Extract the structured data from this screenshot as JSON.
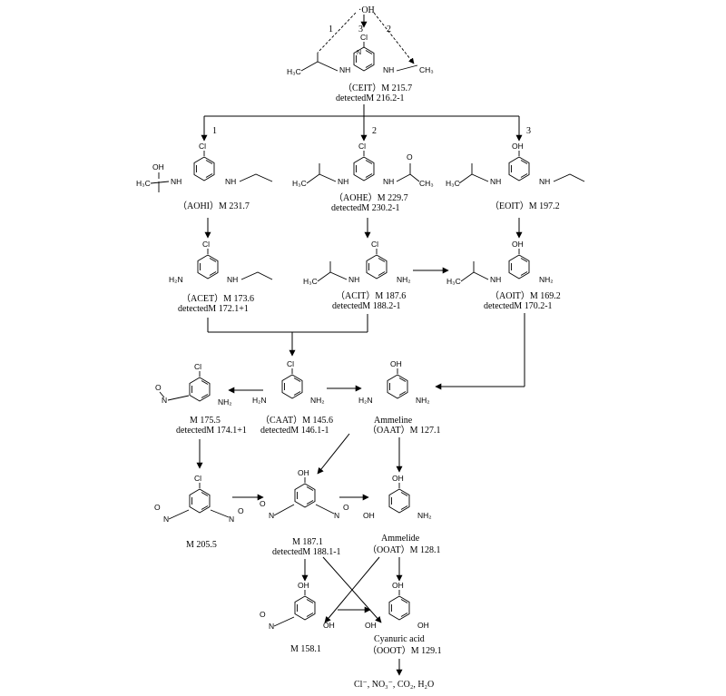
{
  "labels": {
    "oh_radical": "·OH",
    "path1": "1",
    "path2": "2",
    "path3": "3",
    "ceit_name": "（CEIT）M 215.7",
    "ceit_detected": "detectedM 216.2-1",
    "aohi_name": "（AOHI）M 231.7",
    "aohe_name": "（AOHE）M 229.7",
    "aohe_detected": "detectedM 230.2-1",
    "eoit_name": "（EOIT）M 197.2",
    "acet_name": "（ACET）M 173.6",
    "acet_detected": "detectedM 172.1+1",
    "acit_name": "（ACIT）M 187.6",
    "acit_detected": "detectedM 188.2-1",
    "aoit_name": "（AOIT）M 169.2",
    "aoit_detected": "detectedM 170.2-1",
    "nitro_cl_name": "M 175.5",
    "nitro_cl_detected": "detectedM 174.1+1",
    "caat_name": "（CAAT）M 145.6",
    "caat_detected": "detectedM 146.1-1",
    "ammeline_name": "Ammeline",
    "ammeline_mass": "（OAAT）M 127.1",
    "dinitro_cl_name": "M 205.5",
    "dinitro_oh_name": "M 187.1",
    "dinitro_oh_detected": "detectedM 188.1-1",
    "ammelide_name": "Ammelide",
    "ammelide_mass": "（OOAT）M 128.1",
    "nitro_oh_name": "M 158.1",
    "cyanuric_name": "Cyanuric acid",
    "cyanuric_mass": "（OOOT）M 129.1",
    "final_products": "Cl⁻, NO₃⁻, CO₂, H₂O"
  },
  "atoms": {
    "cl": "Cl",
    "oh": "OH",
    "n": "N",
    "nh": "NH",
    "nh2": "NH₂",
    "h2n": "H₂N",
    "h3c": "H₃C",
    "ch3": "CH₃",
    "o": "O",
    "no2_n": "N",
    "no2_o": "O"
  }
}
